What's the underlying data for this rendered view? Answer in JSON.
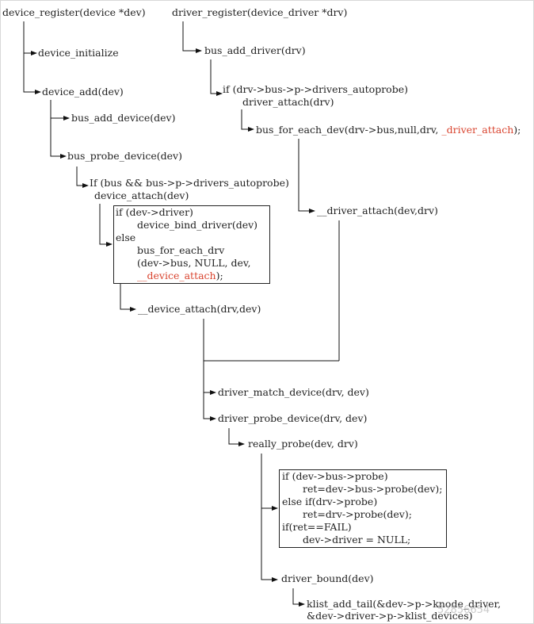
{
  "nodes": {
    "device_register": "device_register(device *dev)",
    "device_initialize": "device_initialize",
    "device_add": "device_add(dev)",
    "bus_add_device": "bus_add_device(dev)",
    "bus_probe_device": "bus_probe_device(dev)",
    "if_bus_autoprobe": "If (bus && bus->p->drivers_autoprobe)",
    "device_attach": "device_attach(dev)",
    "device_attach_inner": "__device_attach(drv,dev)",
    "driver_register": "driver_register(device_driver *drv)",
    "bus_add_driver": "bus_add_driver(drv)",
    "if_drv_autoprobe": "if (drv->bus->p->drivers_autoprobe)",
    "driver_attach": "driver_attach(drv)",
    "bus_for_each_dev_prefix": "bus_for_each_dev(drv->bus,null,drv, ",
    "bus_for_each_dev_callback": "_driver_attach",
    "bus_for_each_dev_suffix": ");",
    "driver_attach_inner": "__driver_attach(dev,drv)",
    "driver_match_device": "driver_match_device(drv, dev)",
    "driver_probe_device": "driver_probe_device(drv, dev)",
    "really_probe": "really_probe(dev, drv)",
    "driver_bound": "driver_bound(dev)",
    "klist_line1": "klist_add_tail(&dev->p->knode_driver,",
    "klist_line2": "&dev->driver->p->klist_devices)"
  },
  "device_attach_box": {
    "line1": "if (dev->driver)",
    "line2": "device_bind_driver(dev)",
    "line3": "else",
    "line4": "bus_for_each_drv",
    "line5": "(dev->bus, NULL, dev,",
    "line6_callback": "__device_attach",
    "line6_suffix": ");"
  },
  "really_probe_box": {
    "line1": "if (dev->bus->probe)",
    "line2": "ret=dev->bus->probe(dev);",
    "line3": "else if(drv->probe)",
    "line4": "ret=drv->probe(dev);",
    "line5": "if(ret==FAIL)",
    "line6": "dev->driver = NULL;"
  },
  "watermark": "52856654",
  "colors": {
    "callback_red": "#d9442f",
    "line": "#111111"
  }
}
